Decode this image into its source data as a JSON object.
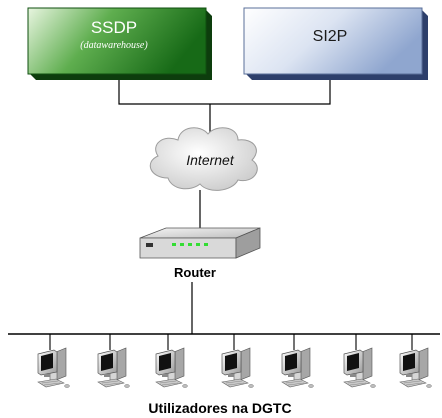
{
  "servers": {
    "ssdp": {
      "title": "SSDP",
      "subtitle": "(datawarehouse)"
    },
    "si2p": {
      "title": "SI2P"
    }
  },
  "network": {
    "cloud_label": "Internet",
    "router_label": "Router"
  },
  "workstations": {
    "count": 7,
    "caption": "Utilizadores na DGTC"
  },
  "colors": {
    "ssdp_fill_dark": "#1e7a1e",
    "ssdp_fill_light": "#e8f5e0",
    "si2p_fill_dark": "#8fa6cf",
    "si2p_fill_light": "#ffffff",
    "line": "#000000",
    "router_led": "#33dd33"
  }
}
